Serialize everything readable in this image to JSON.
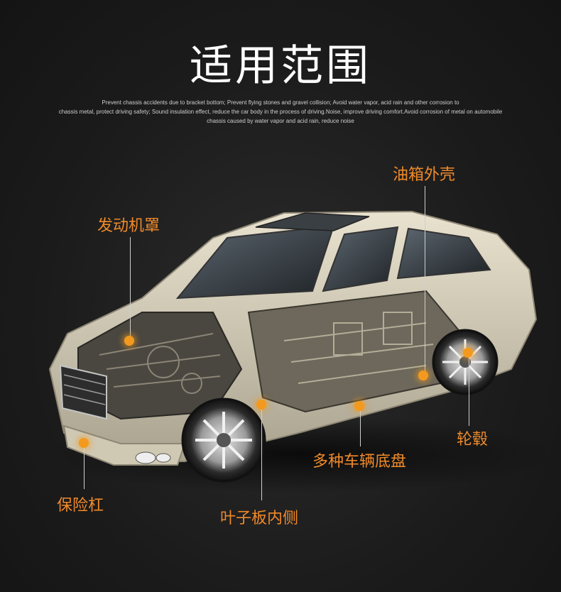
{
  "header": {
    "title": "适用范围",
    "subtitle_lines": [
      "Prevent chassis accidents due to bracket bottom; Prevent flying stones and gravel collision; Avoid water vapor, acid rain and other corrosion to",
      "chassis metal, protect driving safety; Sound insulation effect, reduce the car body in the process of driving.Noise, improve driving comfort.Avoid corrosion of metal on automobile",
      "chassis caused by water vapor and acid rain, reduce noise"
    ]
  },
  "callouts": {
    "fuel_tank": "油箱外壳",
    "hood": "发动机罩",
    "wheel_hub": "轮毂",
    "chassis": "多种车辆底盘",
    "bumper": "保险杠",
    "fender_inner": "叶子板内侧"
  },
  "colors": {
    "accent": "#f08a2a",
    "background": "#1b1b1b",
    "car_body": "#d9d2bd"
  },
  "image": {
    "subject": "cutaway-car-illustration"
  }
}
